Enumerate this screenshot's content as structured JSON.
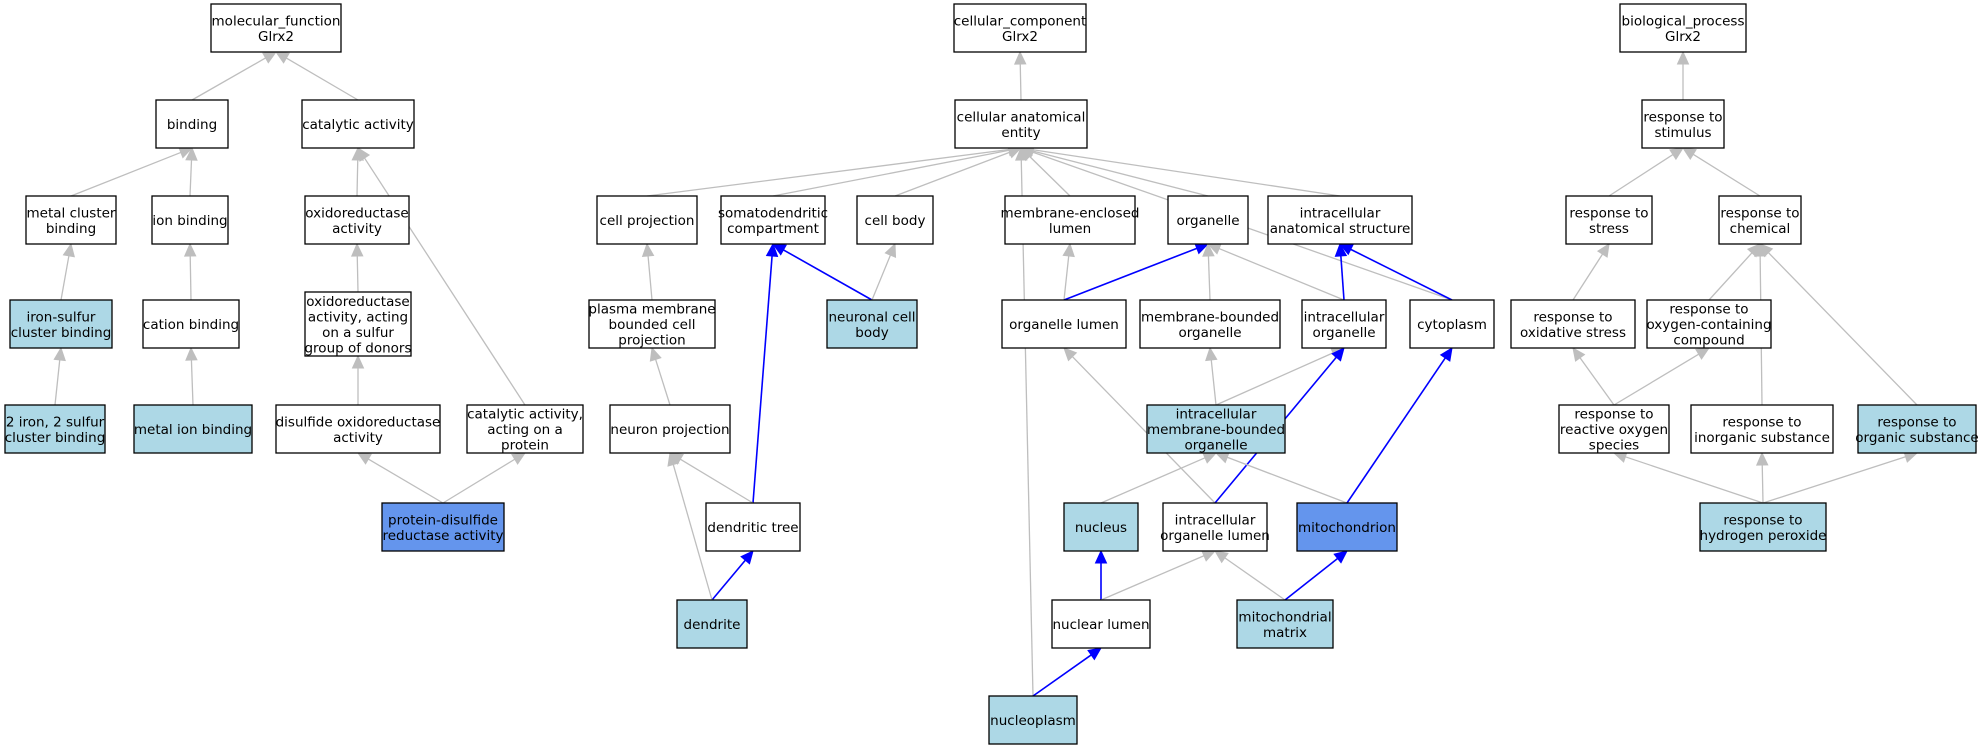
{
  "colors": {
    "default_fill": "#ffffff",
    "annotated_fill": "#add8e6",
    "direct_fill": "#6495ed",
    "gray_edge": "#bebebe",
    "blue_edge": "#0000ff",
    "border": "#000000"
  },
  "nodes": [
    {
      "id": "mf",
      "lines": [
        "molecular_function",
        "Glrx2"
      ],
      "fill": "default"
    },
    {
      "id": "binding",
      "lines": [
        "binding"
      ],
      "fill": "default"
    },
    {
      "id": "catalytic",
      "lines": [
        "catalytic activity"
      ],
      "fill": "default"
    },
    {
      "id": "metalcluster",
      "lines": [
        "metal cluster",
        "binding"
      ],
      "fill": "default"
    },
    {
      "id": "ionbinding",
      "lines": [
        "ion binding"
      ],
      "fill": "default"
    },
    {
      "id": "oxidoreductase",
      "lines": [
        "oxidoreductase",
        "activity"
      ],
      "fill": "default"
    },
    {
      "id": "ironsulfur",
      "lines": [
        "iron-sulfur",
        "cluster binding"
      ],
      "fill": "annotated"
    },
    {
      "id": "cation",
      "lines": [
        "cation binding"
      ],
      "fill": "default"
    },
    {
      "id": "oxsulfur",
      "lines": [
        "oxidoreductase",
        "activity, acting",
        "on a sulfur",
        "group of donors"
      ],
      "fill": "default"
    },
    {
      "id": "fe2s2",
      "lines": [
        "2 iron, 2 sulfur",
        "cluster binding"
      ],
      "fill": "annotated"
    },
    {
      "id": "metalion",
      "lines": [
        "metal ion binding"
      ],
      "fill": "annotated"
    },
    {
      "id": "disulfide",
      "lines": [
        "disulfide oxidoreductase",
        "activity"
      ],
      "fill": "default"
    },
    {
      "id": "catprotein",
      "lines": [
        "catalytic activity,",
        "acting on a",
        "protein"
      ],
      "fill": "default"
    },
    {
      "id": "pdisulfide",
      "lines": [
        "protein-disulfide",
        "reductase activity"
      ],
      "fill": "direct"
    },
    {
      "id": "cc",
      "lines": [
        "cellular_component",
        "Glrx2"
      ],
      "fill": "default"
    },
    {
      "id": "cae",
      "lines": [
        "cellular anatomical",
        "entity"
      ],
      "fill": "default"
    },
    {
      "id": "cellproj",
      "lines": [
        "cell projection"
      ],
      "fill": "default"
    },
    {
      "id": "somato",
      "lines": [
        "somatodendritic",
        "compartment"
      ],
      "fill": "default"
    },
    {
      "id": "cellbody",
      "lines": [
        "cell body"
      ],
      "fill": "default"
    },
    {
      "id": "mel",
      "lines": [
        "membrane-enclosed",
        "lumen"
      ],
      "fill": "default"
    },
    {
      "id": "organelle",
      "lines": [
        "organelle"
      ],
      "fill": "default"
    },
    {
      "id": "ias",
      "lines": [
        "intracellular",
        "anatomical structure"
      ],
      "fill": "default"
    },
    {
      "id": "pmbcp",
      "lines": [
        "plasma membrane",
        "bounded cell",
        "projection"
      ],
      "fill": "default"
    },
    {
      "id": "neuronalbody",
      "lines": [
        "neuronal cell",
        "body"
      ],
      "fill": "annotated"
    },
    {
      "id": "orglumen",
      "lines": [
        "organelle lumen"
      ],
      "fill": "default"
    },
    {
      "id": "mbo",
      "lines": [
        "membrane-bounded",
        "organelle"
      ],
      "fill": "default"
    },
    {
      "id": "intorg",
      "lines": [
        "intracellular",
        "organelle"
      ],
      "fill": "default"
    },
    {
      "id": "cytoplasm",
      "lines": [
        "cytoplasm"
      ],
      "fill": "default"
    },
    {
      "id": "neuronproj",
      "lines": [
        "neuron projection"
      ],
      "fill": "default"
    },
    {
      "id": "imbo",
      "lines": [
        "intracellular",
        "membrane-bounded",
        "organelle"
      ],
      "fill": "annotated"
    },
    {
      "id": "dendtree",
      "lines": [
        "dendritic tree"
      ],
      "fill": "default"
    },
    {
      "id": "nucleus",
      "lines": [
        "nucleus"
      ],
      "fill": "annotated"
    },
    {
      "id": "iol",
      "lines": [
        "intracellular",
        "organelle lumen"
      ],
      "fill": "default"
    },
    {
      "id": "mito",
      "lines": [
        "mitochondrion"
      ],
      "fill": "direct"
    },
    {
      "id": "dendrite",
      "lines": [
        "dendrite"
      ],
      "fill": "annotated"
    },
    {
      "id": "nuclumen",
      "lines": [
        "nuclear lumen"
      ],
      "fill": "default"
    },
    {
      "id": "mitomatrix",
      "lines": [
        "mitochondrial",
        "matrix"
      ],
      "fill": "annotated"
    },
    {
      "id": "nucleoplasm",
      "lines": [
        "nucleoplasm"
      ],
      "fill": "annotated"
    },
    {
      "id": "bp",
      "lines": [
        "biological_process",
        "Glrx2"
      ],
      "fill": "default"
    },
    {
      "id": "rstim",
      "lines": [
        "response to",
        "stimulus"
      ],
      "fill": "default"
    },
    {
      "id": "rstress",
      "lines": [
        "response to",
        "stress"
      ],
      "fill": "default"
    },
    {
      "id": "rchem",
      "lines": [
        "response to",
        "chemical"
      ],
      "fill": "default"
    },
    {
      "id": "roxstress",
      "lines": [
        "response to",
        "oxidative stress"
      ],
      "fill": "default"
    },
    {
      "id": "roxcomp",
      "lines": [
        "response to",
        "oxygen-containing",
        "compound"
      ],
      "fill": "default"
    },
    {
      "id": "rros",
      "lines": [
        "response to",
        "reactive oxygen",
        "species"
      ],
      "fill": "default"
    },
    {
      "id": "rinorg",
      "lines": [
        "response to",
        "inorganic substance"
      ],
      "fill": "default"
    },
    {
      "id": "rorg",
      "lines": [
        "response to",
        "organic substance"
      ],
      "fill": "annotated"
    },
    {
      "id": "rh2o2",
      "lines": [
        "response to",
        "hydrogen peroxide"
      ],
      "fill": "annotated"
    }
  ],
  "edges": [
    {
      "from": "binding",
      "to": "mf",
      "color": "gray"
    },
    {
      "from": "catalytic",
      "to": "mf",
      "color": "gray"
    },
    {
      "from": "metalcluster",
      "to": "binding",
      "color": "gray"
    },
    {
      "from": "ionbinding",
      "to": "binding",
      "color": "gray"
    },
    {
      "from": "oxidoreductase",
      "to": "catalytic",
      "color": "gray"
    },
    {
      "from": "ironsulfur",
      "to": "metalcluster",
      "color": "gray"
    },
    {
      "from": "cation",
      "to": "ionbinding",
      "color": "gray"
    },
    {
      "from": "oxsulfur",
      "to": "oxidoreductase",
      "color": "gray"
    },
    {
      "from": "fe2s2",
      "to": "ironsulfur",
      "color": "gray"
    },
    {
      "from": "metalion",
      "to": "cation",
      "color": "gray"
    },
    {
      "from": "disulfide",
      "to": "oxsulfur",
      "color": "gray"
    },
    {
      "from": "catprotein",
      "to": "catalytic",
      "color": "gray"
    },
    {
      "from": "pdisulfide",
      "to": "disulfide",
      "color": "gray"
    },
    {
      "from": "pdisulfide",
      "to": "catprotein",
      "color": "gray"
    },
    {
      "from": "cae",
      "to": "cc",
      "color": "gray"
    },
    {
      "from": "cellproj",
      "to": "cae",
      "color": "gray"
    },
    {
      "from": "somato",
      "to": "cae",
      "color": "gray"
    },
    {
      "from": "cellbody",
      "to": "cae",
      "color": "gray"
    },
    {
      "from": "mel",
      "to": "cae",
      "color": "gray"
    },
    {
      "from": "organelle",
      "to": "cae",
      "color": "gray"
    },
    {
      "from": "ias",
      "to": "cae",
      "color": "gray"
    },
    {
      "from": "cytoplasm",
      "to": "cae",
      "color": "gray"
    },
    {
      "from": "nucleoplasm",
      "to": "cae",
      "color": "gray"
    },
    {
      "from": "pmbcp",
      "to": "cellproj",
      "color": "gray"
    },
    {
      "from": "neuronalbody",
      "to": "somato",
      "color": "blue"
    },
    {
      "from": "neuronalbody",
      "to": "cellbody",
      "color": "gray"
    },
    {
      "from": "orglumen",
      "to": "mel",
      "color": "gray"
    },
    {
      "from": "orglumen",
      "to": "organelle",
      "color": "blue"
    },
    {
      "from": "mbo",
      "to": "organelle",
      "color": "gray"
    },
    {
      "from": "intorg",
      "to": "organelle",
      "color": "gray"
    },
    {
      "from": "intorg",
      "to": "ias",
      "color": "blue"
    },
    {
      "from": "cytoplasm",
      "to": "ias",
      "color": "blue"
    },
    {
      "from": "neuronproj",
      "to": "pmbcp",
      "color": "gray"
    },
    {
      "from": "imbo",
      "to": "mbo",
      "color": "gray"
    },
    {
      "from": "imbo",
      "to": "intorg",
      "color": "gray"
    },
    {
      "from": "dendtree",
      "to": "somato",
      "color": "blue"
    },
    {
      "from": "dendtree",
      "to": "neuronproj",
      "color": "gray"
    },
    {
      "from": "nucleus",
      "to": "imbo",
      "color": "gray"
    },
    {
      "from": "iol",
      "to": "orglumen",
      "color": "gray"
    },
    {
      "from": "iol",
      "to": "intorg",
      "color": "blue"
    },
    {
      "from": "mito",
      "to": "imbo",
      "color": "gray"
    },
    {
      "from": "mito",
      "to": "cytoplasm",
      "color": "blue"
    },
    {
      "from": "dendrite",
      "to": "dendtree",
      "color": "blue"
    },
    {
      "from": "dendrite",
      "to": "neuronproj",
      "color": "gray"
    },
    {
      "from": "nuclumen",
      "to": "nucleus",
      "color": "blue"
    },
    {
      "from": "nuclumen",
      "to": "iol",
      "color": "gray"
    },
    {
      "from": "mitomatrix",
      "to": "iol",
      "color": "gray"
    },
    {
      "from": "mitomatrix",
      "to": "mito",
      "color": "blue"
    },
    {
      "from": "nucleoplasm",
      "to": "nuclumen",
      "color": "blue"
    },
    {
      "from": "rstim",
      "to": "bp",
      "color": "gray"
    },
    {
      "from": "rstress",
      "to": "rstim",
      "color": "gray"
    },
    {
      "from": "rchem",
      "to": "rstim",
      "color": "gray"
    },
    {
      "from": "roxstress",
      "to": "rstress",
      "color": "gray"
    },
    {
      "from": "roxcomp",
      "to": "rchem",
      "color": "gray"
    },
    {
      "from": "rinorg",
      "to": "rchem",
      "color": "gray"
    },
    {
      "from": "rorg",
      "to": "rchem",
      "color": "gray"
    },
    {
      "from": "rros",
      "to": "roxstress",
      "color": "gray"
    },
    {
      "from": "rros",
      "to": "roxcomp",
      "color": "gray"
    },
    {
      "from": "rh2o2",
      "to": "rros",
      "color": "gray"
    },
    {
      "from": "rh2o2",
      "to": "rinorg",
      "color": "gray"
    },
    {
      "from": "rh2o2",
      "to": "rorg",
      "color": "gray"
    }
  ]
}
